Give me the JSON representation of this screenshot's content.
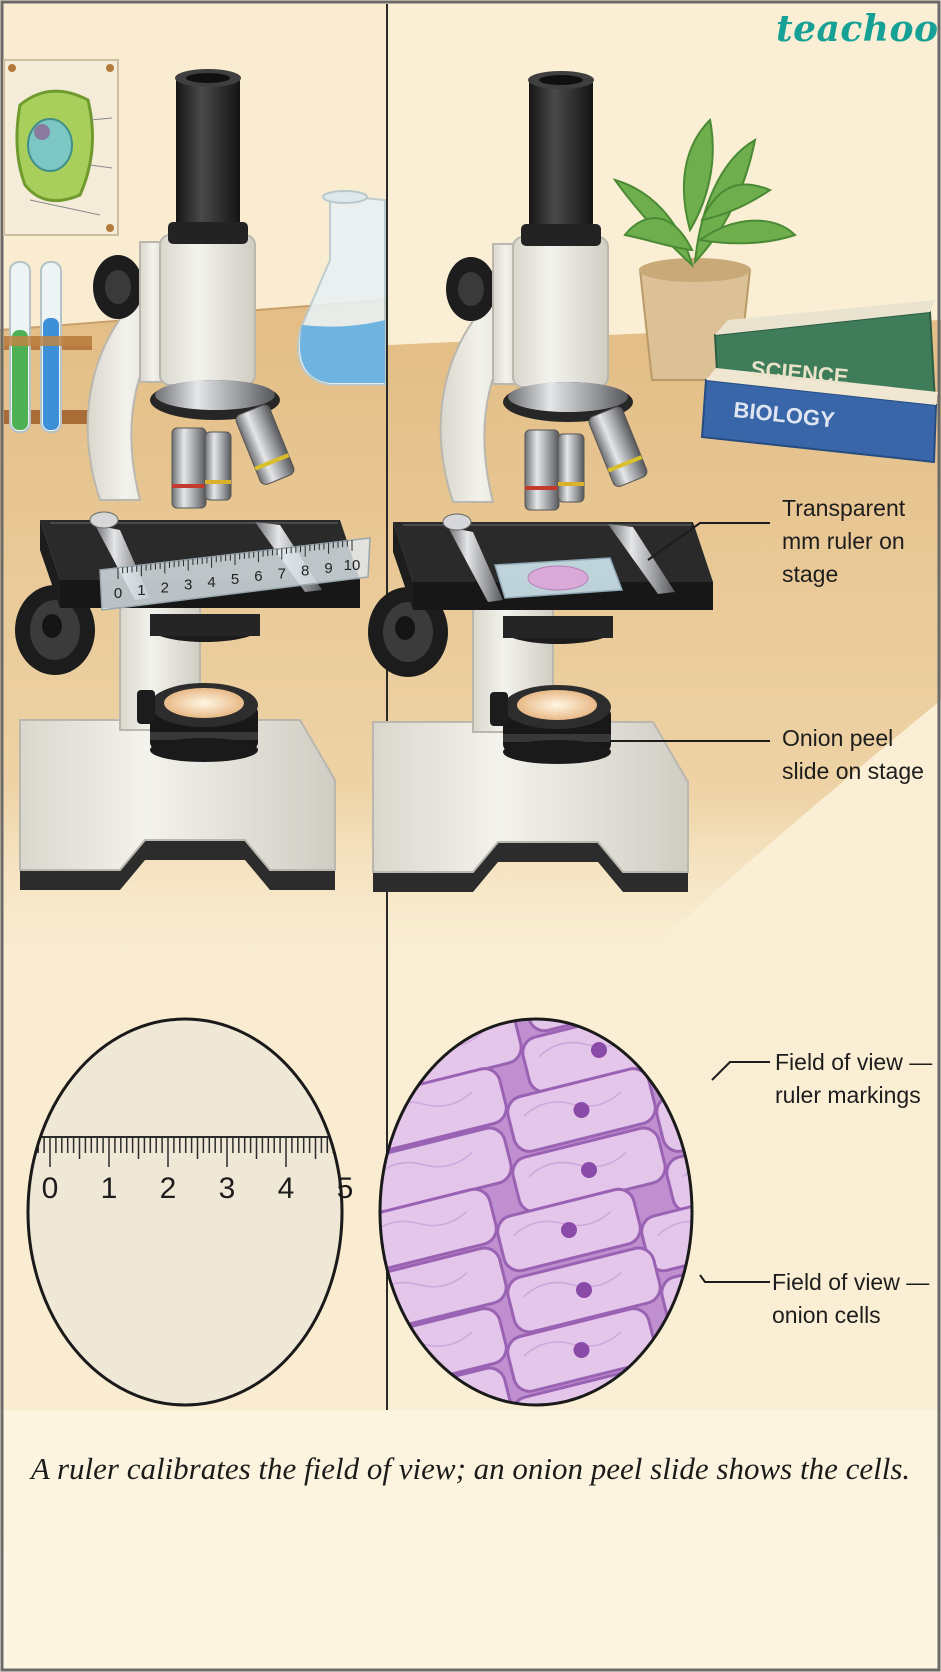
{
  "brand": {
    "logo_text": "teachoo",
    "accent_color": "#17a096"
  },
  "icons": [
    "microscope-icon",
    "cell-poster-icon",
    "test-tubes-icon",
    "flask-icon",
    "plant-icon",
    "books-icon"
  ],
  "books": [
    {
      "spine_text": "SCIENCE",
      "color": "#3f7d5a"
    },
    {
      "spine_text": "BIOLOGY",
      "color": "#3866a8"
    }
  ],
  "stage_ruler": {
    "tick_labels": [
      "0",
      "1",
      "2",
      "3",
      "4",
      "5",
      "6",
      "7",
      "8",
      "9",
      "10"
    ]
  },
  "field_ruler": {
    "tick_labels": [
      "0",
      "1",
      "2",
      "3",
      "4",
      "5"
    ]
  },
  "callouts": [
    {
      "lines": [
        "Transparent",
        "mm ruler on",
        "stage"
      ]
    },
    {
      "lines": [
        "Onion peel",
        "slide on stage"
      ]
    },
    {
      "lines": [
        "Field of view —",
        "ruler markings"
      ]
    },
    {
      "lines": [
        "Field of view —",
        "onion cells"
      ]
    }
  ],
  "caption": "A ruler calibrates the field of view; an onion peel slide shows the cells.",
  "colors": {
    "background": "#fbf1d8",
    "desk": "#e6c48f",
    "microscope_body": "#ecebe3",
    "microscope_dark": "#2d2d2d",
    "onion_cell": "#e3c6ea",
    "onion_wall": "#9a62b3",
    "nucleus": "#8a4aa8"
  }
}
